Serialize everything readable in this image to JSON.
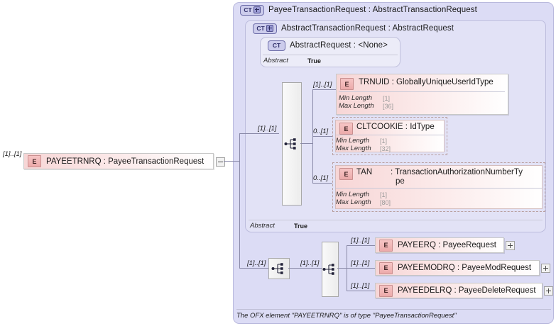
{
  "diagram": {
    "root_element": {
      "icon": "element-icon",
      "badge": "E",
      "label": "PAYEETRNRQ : PayeeTransactionRequest",
      "cardinality": "[1]..[1]",
      "toggle": "collapse-minus"
    },
    "outer_type": {
      "badge": "CT",
      "label": "PayeeTransactionRequest : AbstractTransactionRequest"
    },
    "inner_type": {
      "badge": "CT",
      "label": "AbstractTransactionRequest : AbstractRequest"
    },
    "abstract_request": {
      "badge": "CT",
      "label": "AbstractRequest : <None>",
      "attributes": [
        {
          "name": "Abstract",
          "value": "True"
        }
      ]
    },
    "inner_type_attributes": [
      {
        "name": "Abstract",
        "value": "True"
      }
    ],
    "sequence_top": {
      "icon": "sequence-icon",
      "cardinality": "[1]..[1]"
    },
    "top_children": [
      {
        "badge": "E",
        "name": "TRNUID",
        "type": "GloballyUniqueUserIdType",
        "label": "TRNUID : GloballyUniqueUserIdType",
        "cardinality": "[1]..[1]",
        "style": "solid",
        "attributes": [
          {
            "name": "Min Length",
            "value": "[1]"
          },
          {
            "name": "Max Length",
            "value": "[36]"
          }
        ]
      },
      {
        "badge": "E",
        "name": "CLTCOOKIE",
        "type": "IdType",
        "label": "CLTCOOKIE : IdType",
        "cardinality": "0..[1]",
        "style": "dashed",
        "attributes": [
          {
            "name": "Min Length",
            "value": "[1]"
          },
          {
            "name": "Max Length",
            "value": "[32]"
          }
        ]
      },
      {
        "badge": "E",
        "name": "TAN",
        "type": "TransactionAuthorizationNumberType",
        "label_line1": "TAN",
        "label_line2": ": TransactionAuthorizationNumberTy",
        "label_line3": "pe",
        "cardinality": "0..[1]",
        "style": "dashed",
        "attributes": [
          {
            "name": "Min Length",
            "value": "[1]"
          },
          {
            "name": "Max Length",
            "value": "[80]"
          }
        ]
      }
    ],
    "sequence_outer": {
      "icon": "sequence-icon",
      "cardinality_left": "[1]..[1]",
      "cardinality_right": "[1]..[1]"
    },
    "bottom_children": [
      {
        "badge": "E",
        "name": "PAYEERQ",
        "type": "PayeeRequest",
        "label": "PAYEERQ : PayeeRequest",
        "cardinality": "[1]..[1]",
        "toggle": "expand-plus"
      },
      {
        "badge": "E",
        "name": "PAYEEMODRQ",
        "type": "PayeeModRequest",
        "label": "PAYEEMODRQ : PayeeModRequest",
        "cardinality": "[1]..[1]",
        "toggle": "expand-plus"
      },
      {
        "badge": "E",
        "name": "PAYEEDELRQ",
        "type": "PayeeDeleteRequest",
        "label": "PAYEEDELRQ : PayeeDeleteRequest",
        "cardinality": "[1]..[1]",
        "toggle": "expand-plus"
      }
    ],
    "footer_note": "The OFX element \"PAYEETRNRQ\" is of type \"PayeeTransactionRequest\"",
    "colors": {
      "outer_container": "#dcdcf5",
      "inner_container": "#e2e2f6",
      "element_fill": "#f7d6d6",
      "element_badge": "#f0b8b8",
      "connector": "#8a8aa8"
    }
  }
}
